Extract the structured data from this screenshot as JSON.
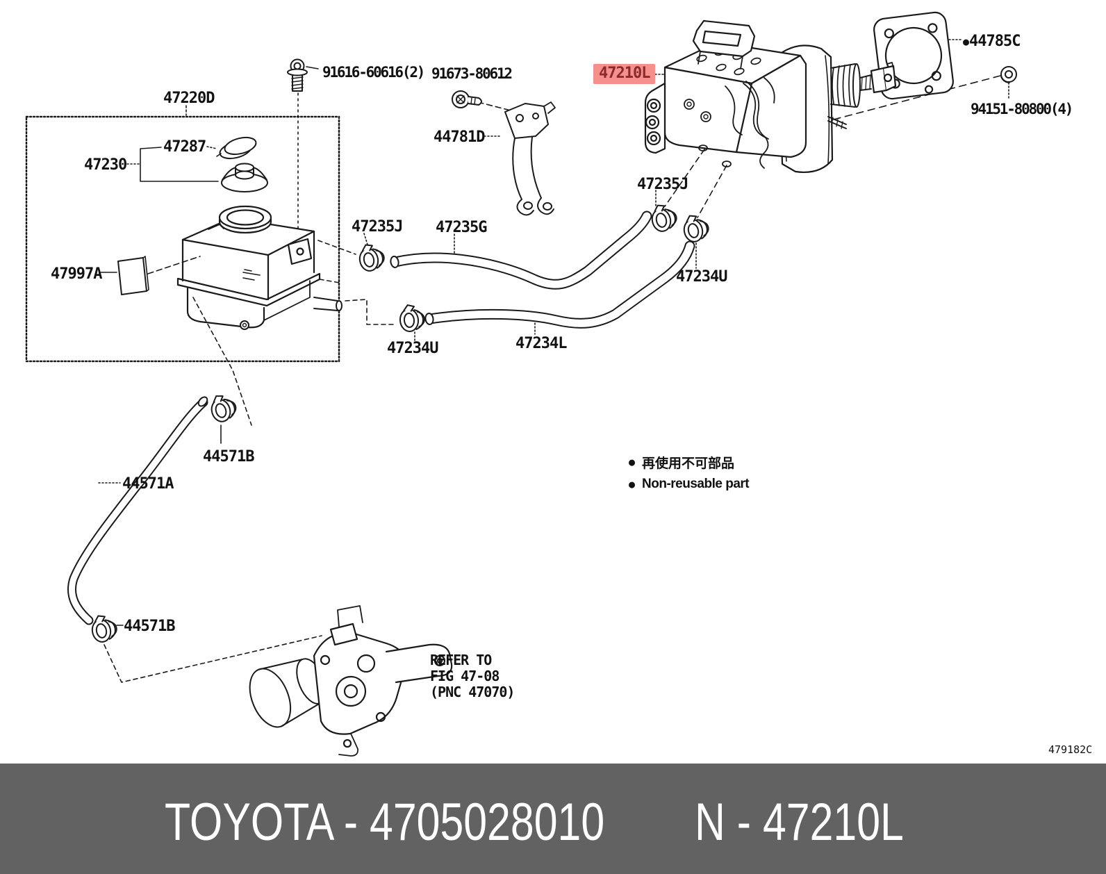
{
  "theme": {
    "highlight_bg": "#f5908d",
    "highlight_text": "#8b2a2a",
    "footer_bg": "#626262",
    "footer_text": "#ffffff",
    "line_color": "#1a1a1a"
  },
  "parts": {
    "p91616": "91616-60616(2)",
    "p91673": "91673-80612",
    "p47220d": "47220D",
    "p47287": "47287",
    "p47230": "47230",
    "p47997a": "47997A",
    "p44781d": "44781D",
    "p47235j": "47235J",
    "p47235g": "47235G",
    "p47234u": "47234U",
    "p47234l": "47234L",
    "p47210l": "47210L",
    "p44785c": "44785C",
    "p94151": "94151-80800(4)",
    "p44571a": "44571A",
    "p44571b": "44571B"
  },
  "legend": {
    "bullet": "●",
    "jp": "再使用不可部品",
    "en": "Non-reusable part"
  },
  "refer_note": {
    "line1": "REFER TO",
    "line2": "FIG 47-08",
    "line3": "(PNC 47070)"
  },
  "diagram_code": "479182C",
  "footer": {
    "left": "TOYOTA - 4705028010",
    "right": "N - 47210L"
  }
}
